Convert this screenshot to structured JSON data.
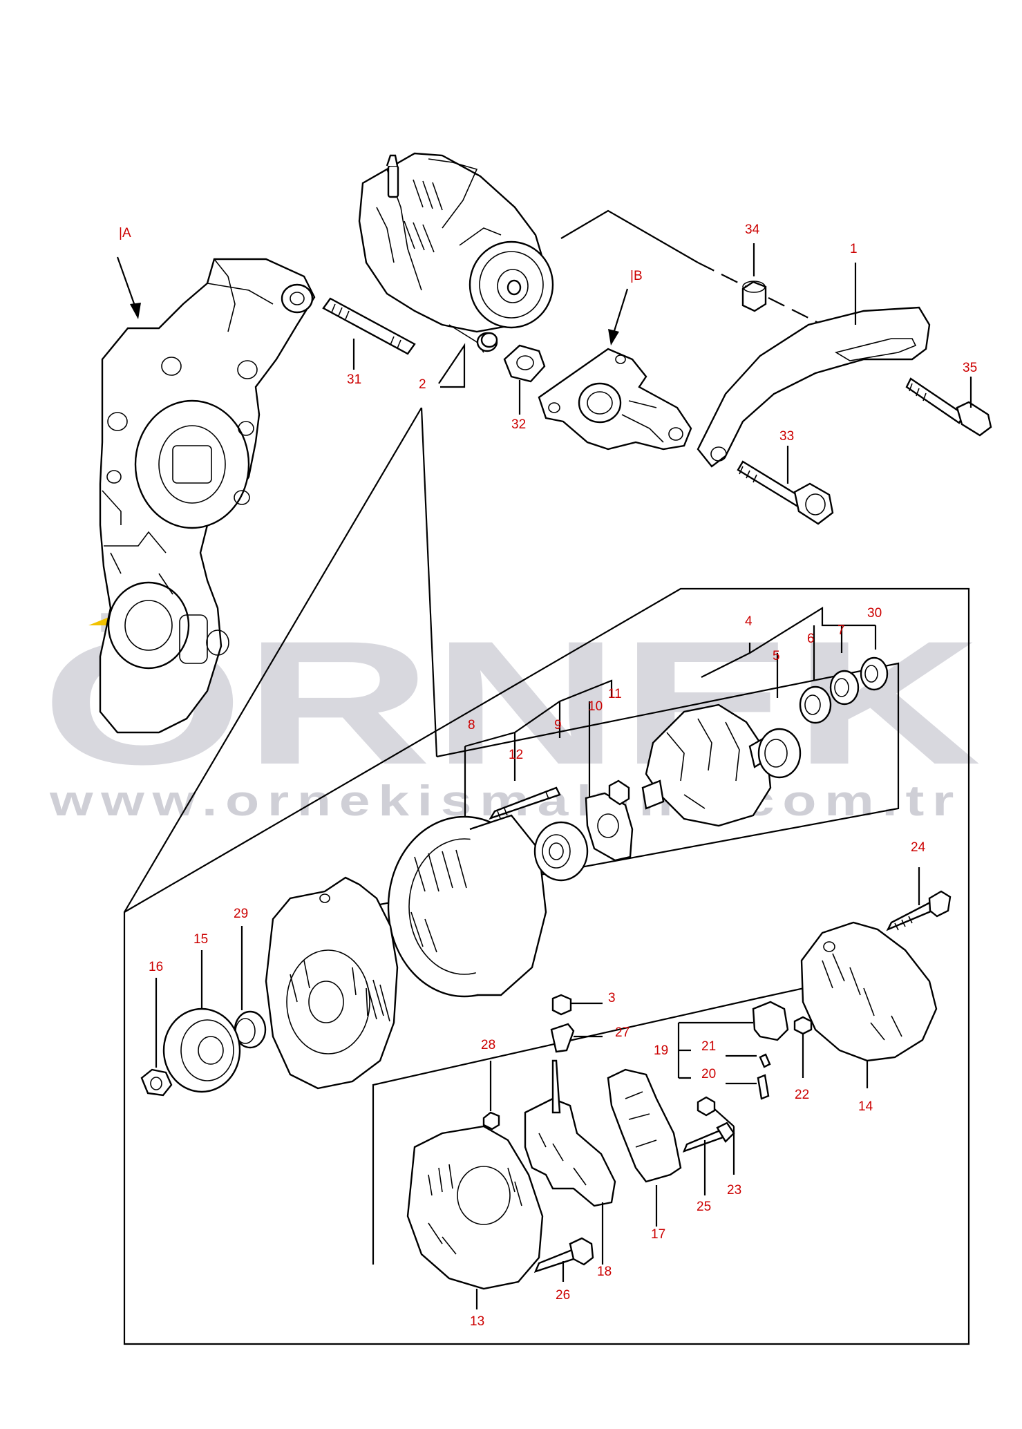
{
  "watermark": {
    "brand": "ÖRNEK",
    "url": "www.ornekismakina.com.tr",
    "accent_color": "#f2c200",
    "text_color": "#d8d8de"
  },
  "view_refs": [
    "A",
    "B"
  ],
  "callouts": [
    "1",
    "2",
    "3",
    "4",
    "5",
    "6",
    "7",
    "8",
    "9",
    "10",
    "11",
    "12",
    "13",
    "14",
    "15",
    "16",
    "17",
    "18",
    "19",
    "20",
    "21",
    "22",
    "23",
    "24",
    "25",
    "26",
    "27",
    "28",
    "29",
    "30",
    "31",
    "32",
    "33",
    "34",
    "35"
  ],
  "colors": {
    "callout": "#cc0000",
    "lines": "#000000"
  }
}
